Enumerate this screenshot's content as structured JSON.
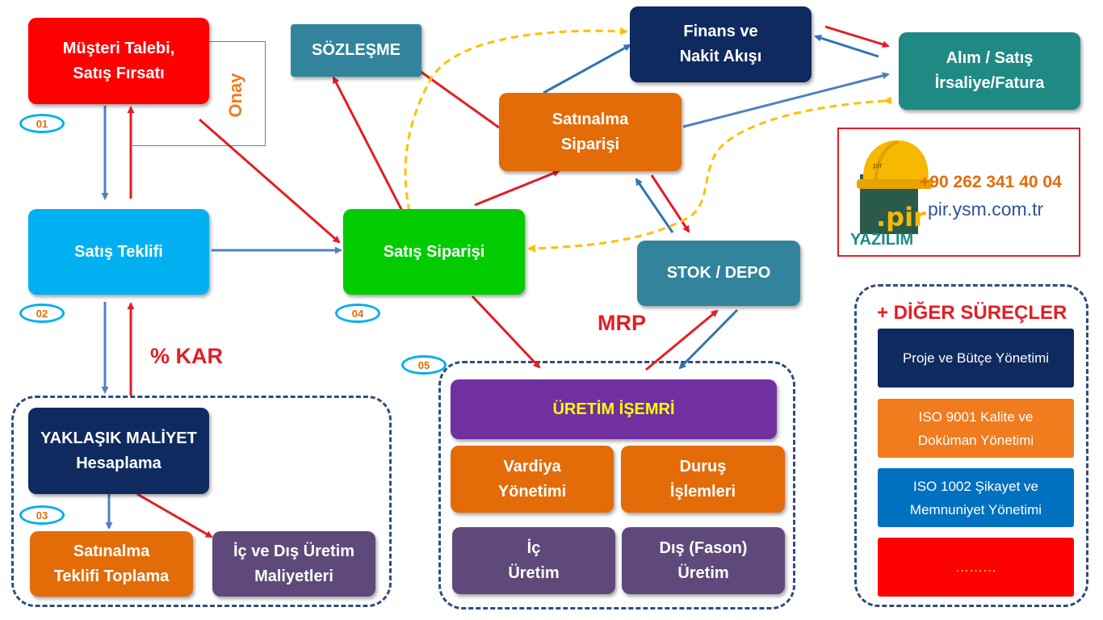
{
  "colors": {
    "red": "#ff0000",
    "light_blue": "#00b0f0",
    "green": "#00cc00",
    "teal": "#31849b",
    "dark_teal": "#1f8a84",
    "navy": "#0f2a5f",
    "orange": "#e36c09",
    "purple": "#7030a0",
    "dark_purple": "#5f497a",
    "arrow_red": "#e31e25",
    "arrow_blue": "#4f81bd",
    "arrow_yellow": "#ffc000"
  },
  "nodes": {
    "musteri_talebi": [
      "Müşteri Talebi,",
      "Satış Fırsatı"
    ],
    "sozlesme": [
      "SÖZLEŞME"
    ],
    "finans": [
      "Finans ve",
      "Nakit Akışı"
    ],
    "alim_satis": [
      "Alım / Satış",
      "İrsaliye/Fatura"
    ],
    "satinalma_siparisi": [
      "Satınalma",
      "Siparişi"
    ],
    "satis_teklifi": [
      "Satış Teklifi"
    ],
    "satis_siparisi": [
      "Satış Siparişi"
    ],
    "stok_depo": [
      "STOK / DEPO"
    ],
    "yaklasik_maliyet": [
      "YAKLAŞIK MALİYET",
      "Hesaplama"
    ],
    "satinalma_teklifi": [
      "Satınalma",
      "Teklifi Toplama"
    ],
    "ic_dis_uretim": [
      "İç ve Dış Üretim",
      "Maliyetleri"
    ],
    "uretim_isemri": [
      "ÜRETİM  İŞEMRİ"
    ],
    "vardiya": [
      "Vardiya",
      "Yönetimi"
    ],
    "durus": [
      "Duruş",
      "İşlemleri"
    ],
    "ic_uretim": [
      "İç",
      "Üretim"
    ],
    "dis_uretim": [
      "Dış (Fason)",
      "Üretim"
    ]
  },
  "steps": [
    "01",
    "02",
    "03",
    "04",
    "05"
  ],
  "labels": {
    "onay": "Onay",
    "kar": "% KAR",
    "mrp": "MRP"
  },
  "logo": {
    "brand": ".pir",
    "helmet_text": "pir",
    "company": "YAZILIM",
    "phone": "+90 262 341 40 04",
    "website": "pir.ysm.com.tr"
  },
  "other_processes": {
    "title": "+ DİĞER SÜREÇLER",
    "items": [
      [
        "Proje ve Bütçe Yönetimi"
      ],
      [
        "ISO 9001 Kalite  ve",
        "Doküman Yönetimi"
      ],
      [
        "ISO 1002 Şikayet ve",
        "Memnuniyet Yönetimi"
      ],
      [
        "………"
      ]
    ]
  }
}
